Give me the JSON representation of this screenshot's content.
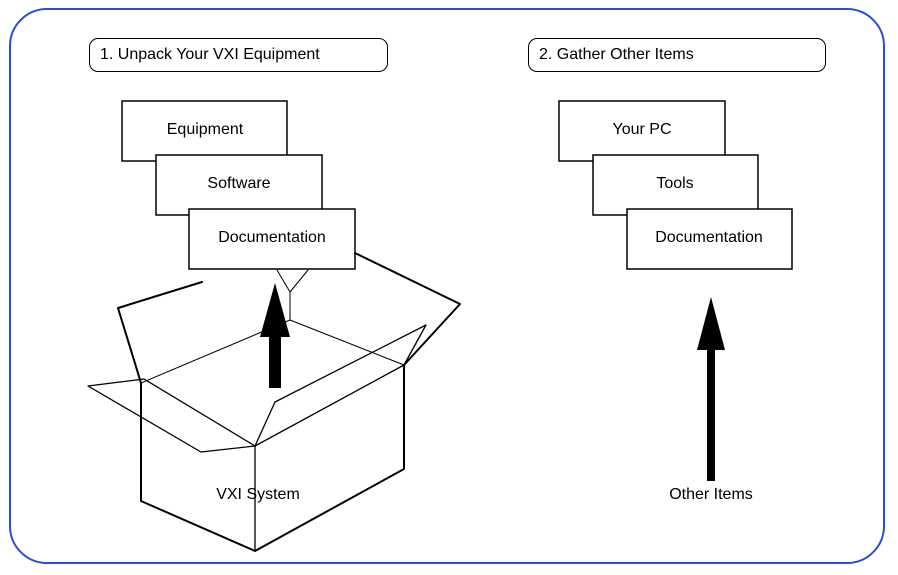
{
  "steps": {
    "step1": "1. Unpack Your VXI Equipment",
    "step2": "2. Gather Other Items"
  },
  "left_boxes": {
    "equipment": "Equipment",
    "software": "Software",
    "documentation": "Documentation"
  },
  "right_boxes": {
    "pc": "Your PC",
    "tools": "Tools",
    "documentation": "Documentation"
  },
  "labels": {
    "vxi_system": "VXI System",
    "other_items": "Other Items"
  },
  "colors": {
    "frame": "#2f4dd0",
    "lines": "#000000",
    "background": "#ffffff"
  }
}
